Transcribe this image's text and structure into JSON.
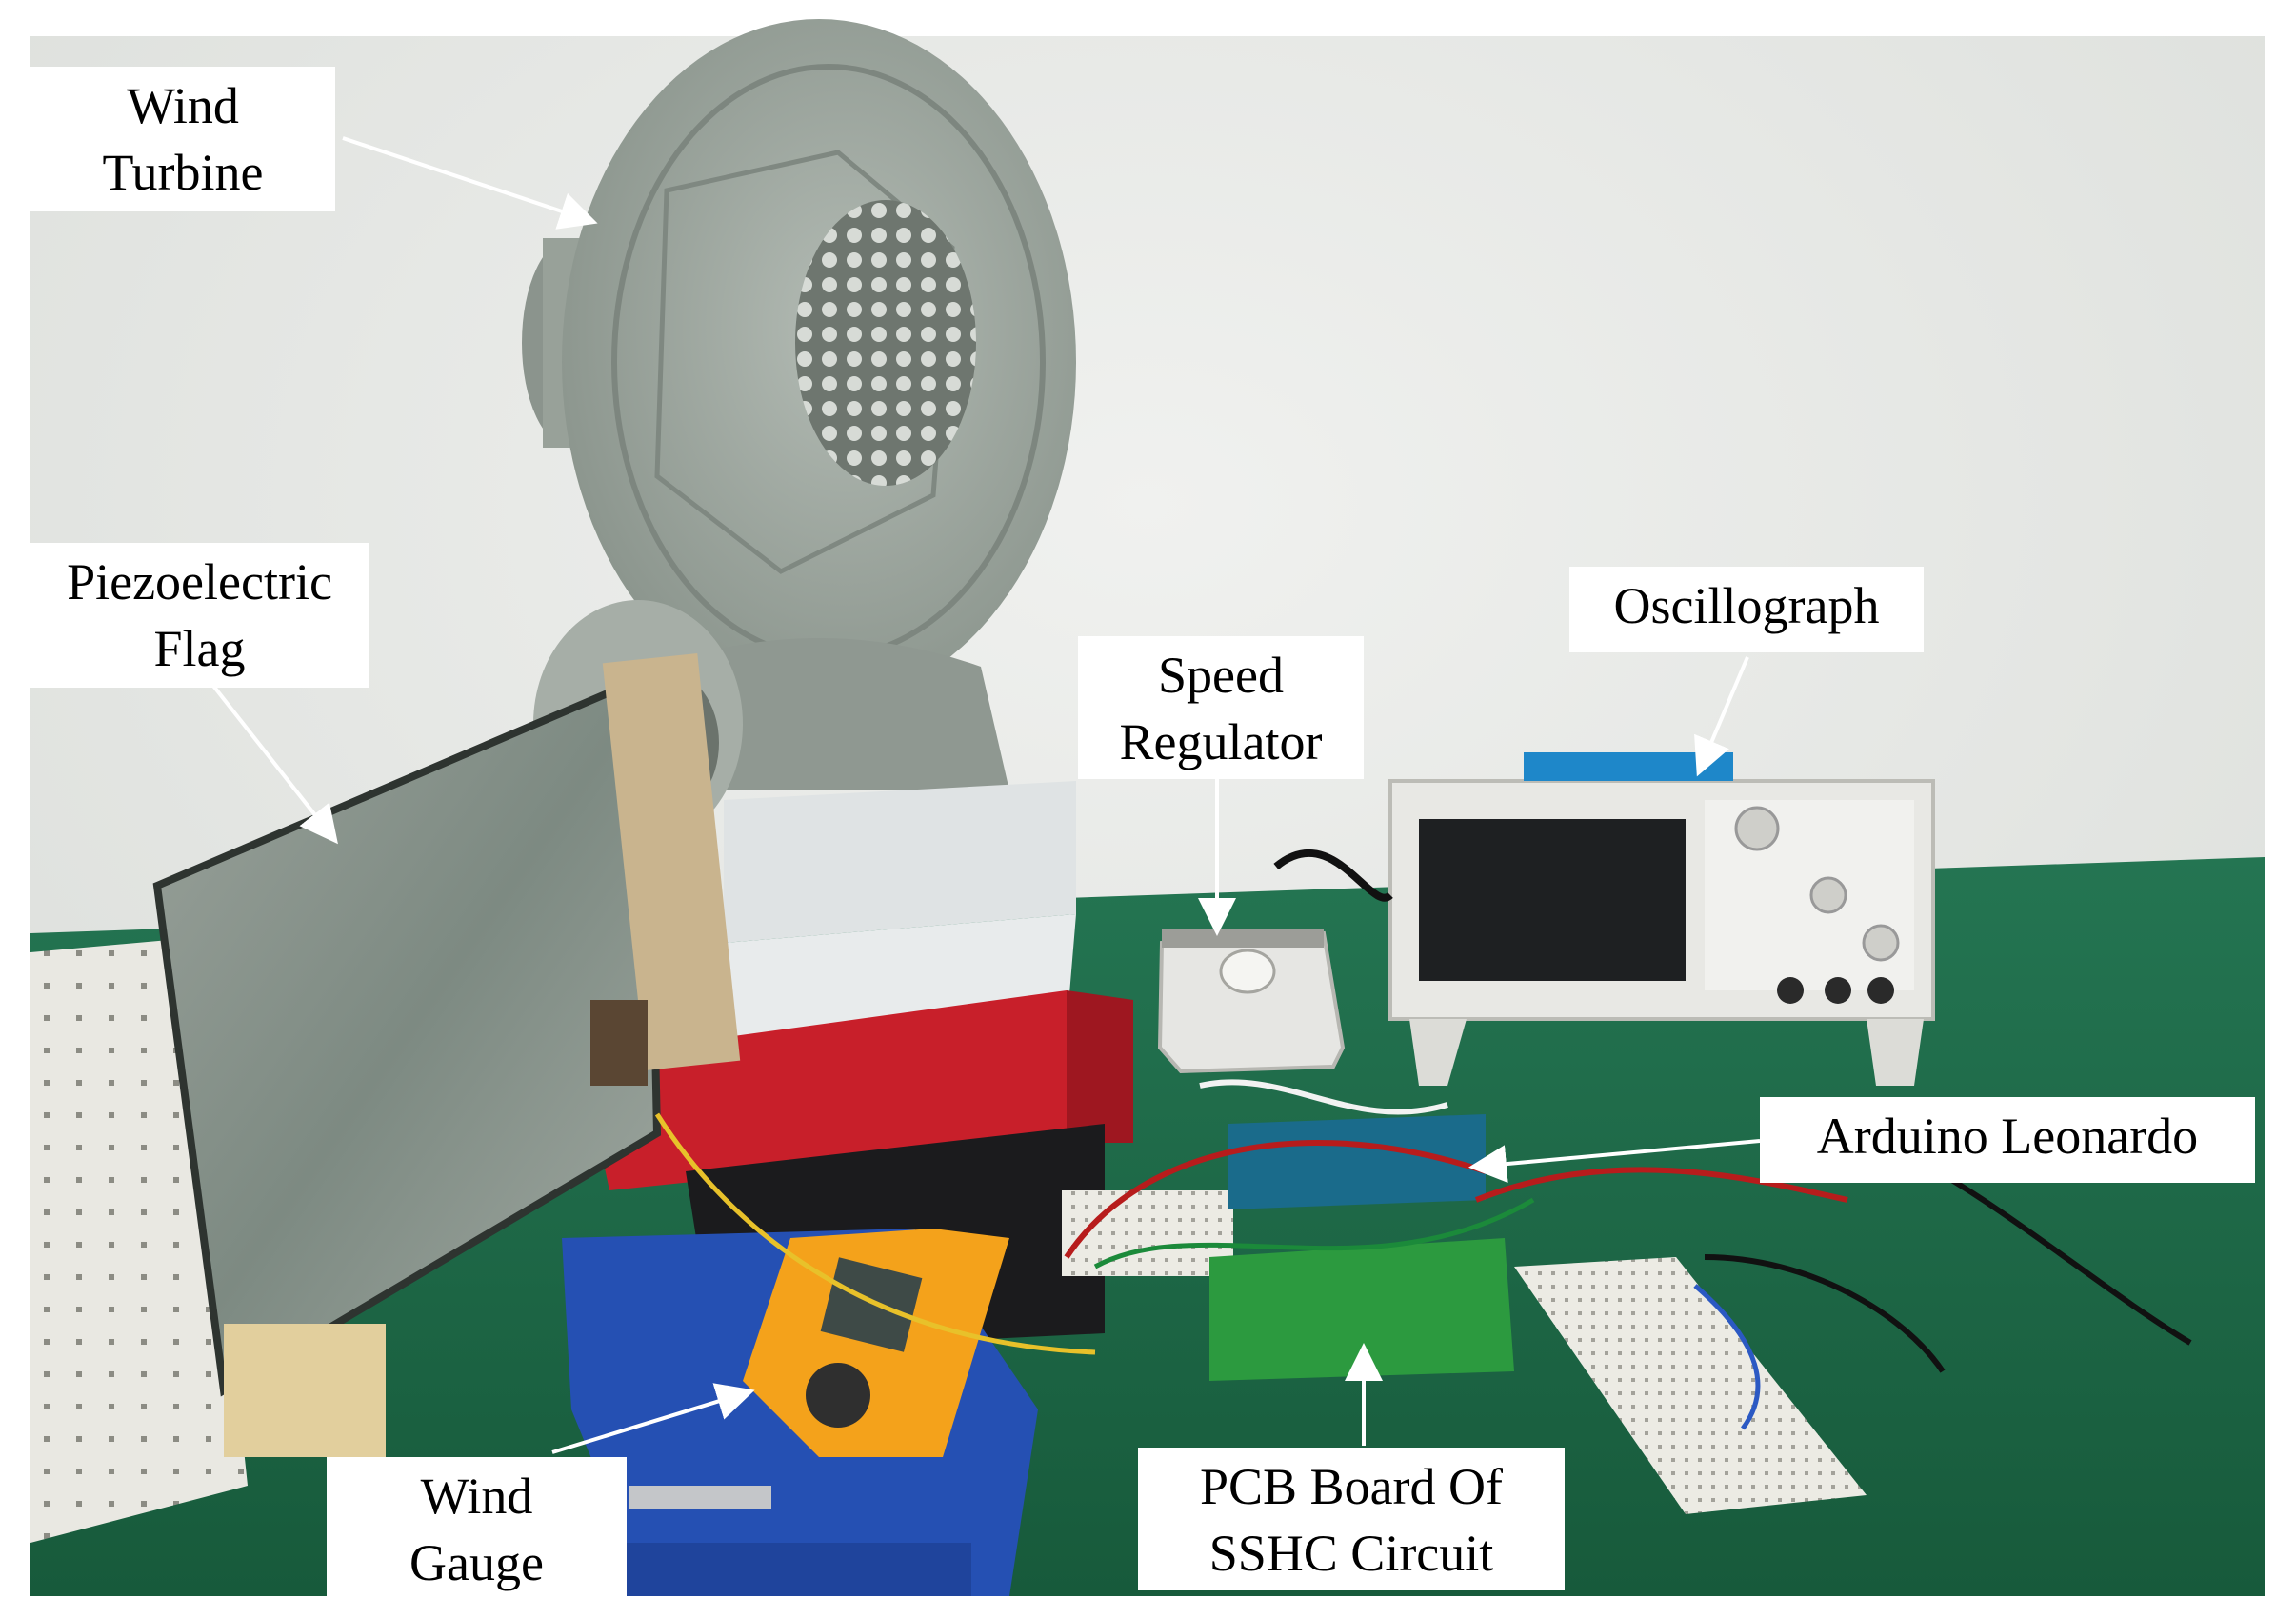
{
  "figure": {
    "description_free": true,
    "labels": {
      "wind_turbine": [
        "Wind",
        "Turbine"
      ],
      "piezoelectric_flag": [
        "Piezoelectric",
        "Flag"
      ],
      "speed_regulator": [
        "Speed",
        "Regulator"
      ],
      "oscillograph": [
        "Oscillograph"
      ],
      "arduino_leonardo": [
        "Arduino Leonardo"
      ],
      "pcb_board": [
        "PCB Board Of",
        "SSHC Circuit"
      ],
      "wind_gauge": [
        "Wind",
        "Gauge"
      ]
    },
    "colors": {
      "wall": "#e7e9e6",
      "table": "#1f6a47",
      "blower": "#9fa8a1",
      "pcb": "#2c9a3f",
      "oscilloscope": "#e8e8e4",
      "wind_gauge": "#f4a21b",
      "vise": "#2550b3",
      "label_bg": "#ffffff",
      "arrow": "#ffffff"
    }
  }
}
